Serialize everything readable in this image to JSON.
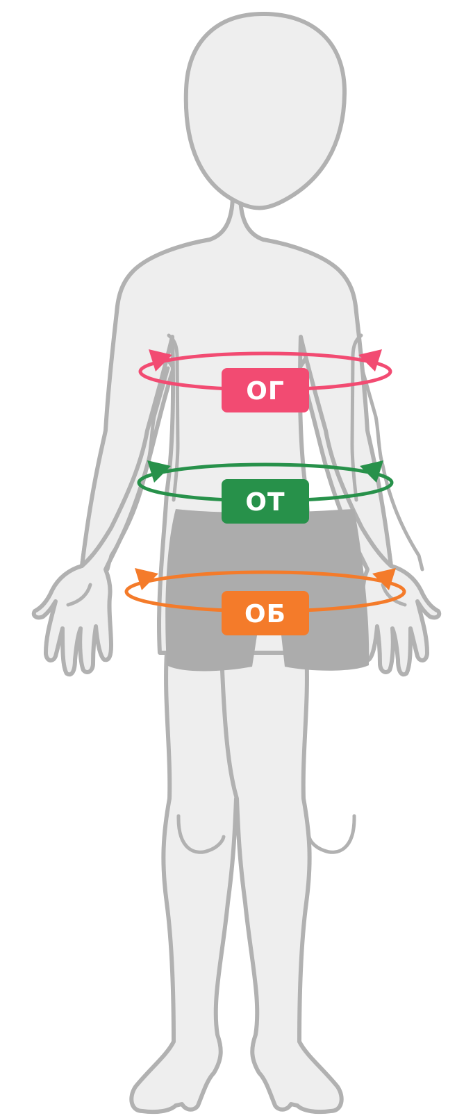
{
  "measurements": [
    {
      "id": "chest",
      "label": "ОГ",
      "color": "#f24b72"
    },
    {
      "id": "waist",
      "label": "ОТ",
      "color": "#27914a"
    },
    {
      "id": "hips",
      "label": "ОБ",
      "color": "#f47b2a"
    }
  ],
  "colors": {
    "background": "#ffffff",
    "body_fill": "#eeeeee",
    "outline": "#b1b1b1",
    "shorts": "#acacac",
    "badge_text": "#ffffff"
  }
}
